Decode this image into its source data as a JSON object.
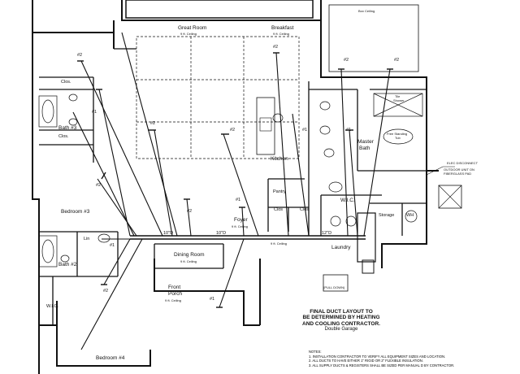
{
  "rooms": {
    "great_room": "Great Room",
    "great_room_ceiling": "9 ft. Ceiling",
    "breakfast": "Breakfast",
    "breakfast_ceiling": "9 ft. Ceiling",
    "box_ceiling": "Box Ceiling",
    "clos_a": "Clos.",
    "bath3": "Bath #3",
    "clos_b": "Clos.",
    "bedroom3": "Bedroom #3",
    "lin": "Lin",
    "bath2": "Bath #2",
    "wic_left": "W.I.C.",
    "bedroom4": "Bedroom #4",
    "dining": "Dining Room",
    "dining_ceiling": "9 ft. Ceiling",
    "front_porch": "Front",
    "front_porch2": "Porch",
    "front_porch_ceiling": "9 ft. Ceiling",
    "foyer": "Foyer",
    "foyer_ceiling": "9 ft. Ceiling",
    "kitchen": "Kitchen",
    "pantry": "Pantry",
    "clos_c": "Clos",
    "clos_d": "Clos",
    "wic_right": "W.I.C.",
    "master_bath": "Master",
    "master_bath2": "Bath",
    "tile_shower": "Tile",
    "tile_shower2": "Shower",
    "free_standing": "Free Standing",
    "free_standing2": "Tub",
    "storage": "Storage",
    "wh": "WH",
    "laundry": "Laundry",
    "corridor_ceiling": "9 ft. Ceiling",
    "pull_down": "(PULL DOWN)",
    "elec_disconnect": "ELEC DISCONNECT",
    "outdoor_unit": "OUTDOOR UNIT ON",
    "outdoor_unit2": "FIBERGLASS PAD"
  },
  "duct_tags": {
    "t2": "#2",
    "t1": "#1",
    "size_a": "10\"D",
    "size_b": "10\"D",
    "size_c": "12\"D"
  },
  "final_note": {
    "line1": "FINAL DUCT LAYOUT TO",
    "line2": "BE DETERMINED BY HEATING",
    "line3": "AND COOLING CONTRACTOR.",
    "line4": "Double Garage"
  },
  "notes": {
    "header": "NOTES:",
    "n1": "1.  INSTALLATION CONTRACTOR TO VERIFY ALL EQUIPMENT SIZES AND LOCATION.",
    "n2": "2.  ALL DUCTS TO HAVE EITHER 1\" RIGID OR 2\" FLEXIBLE INSULATION.",
    "n3": "3.  ALL SUPPLY DUCTS & REGISTERS SHALL BE SIZED PER MANUAL D BY CONTRACTOR."
  },
  "colors": {
    "ink": "#111111",
    "paper": "#ffffff"
  }
}
